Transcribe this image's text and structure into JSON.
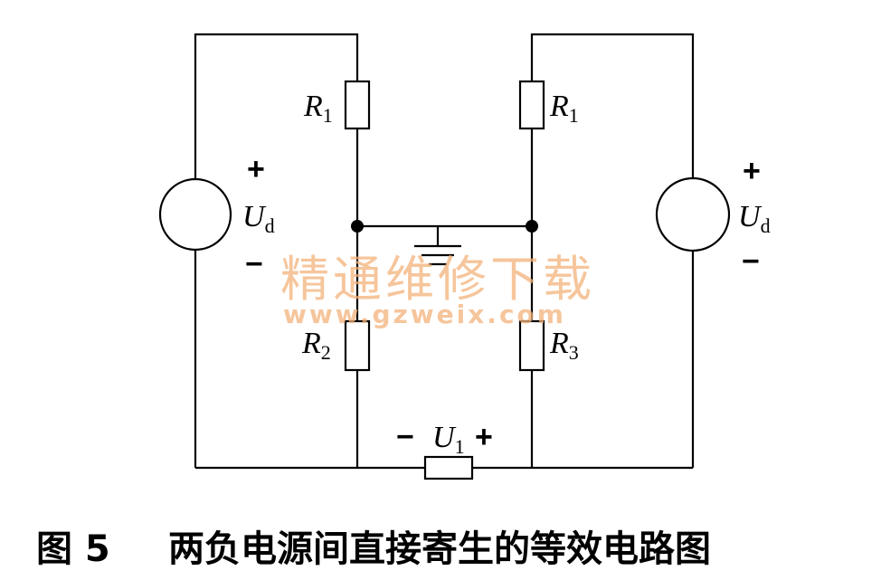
{
  "diagram": {
    "labels": {
      "r1_left": "R",
      "r1_left_sub": "1",
      "r1_right": "R",
      "r1_right_sub": "1",
      "r2": "R",
      "r2_sub": "2",
      "r3": "R",
      "r3_sub": "3",
      "ud_left": "U",
      "ud_left_sub": "d",
      "ud_right": "U",
      "ud_right_sub": "d",
      "u1": "U",
      "u1_sub": "1",
      "plus": "+",
      "minus": "−"
    },
    "watermark": {
      "text": "精通维修下载",
      "url": "www.gzweix.com"
    },
    "caption": {
      "figure": "图 5",
      "title": "两负电源间直接寄生的等效电路图"
    }
  }
}
